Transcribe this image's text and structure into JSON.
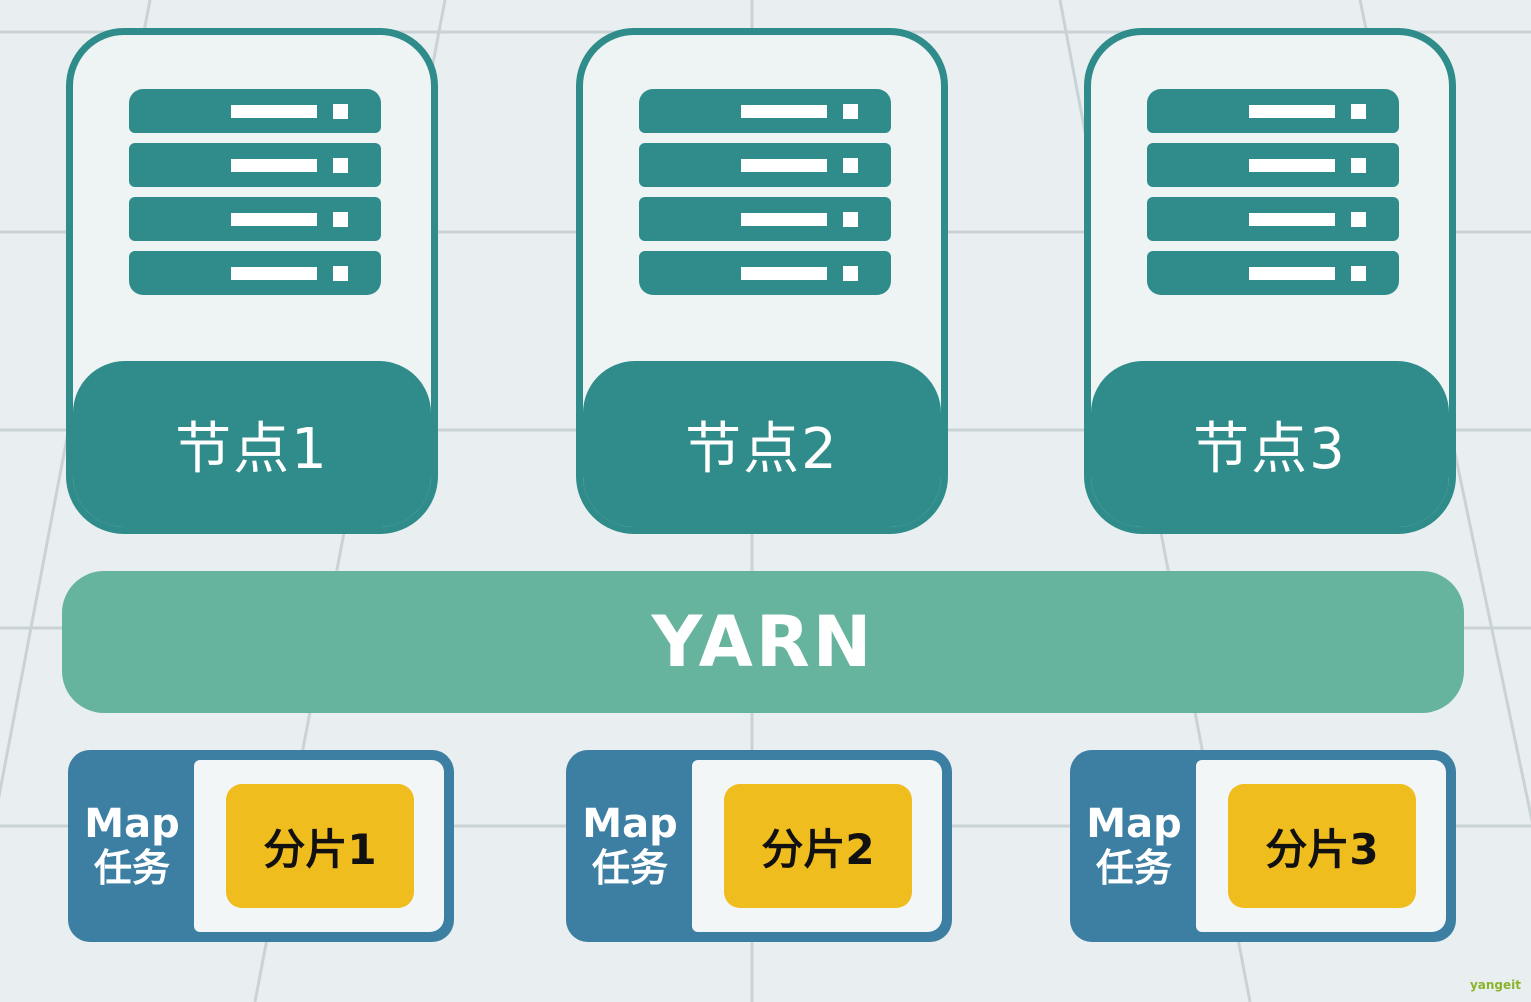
{
  "colors": {
    "background": "#e9eff0",
    "node_teal": "#2f8c8a",
    "yarn_green": "#66b39e",
    "task_blue": "#3d7fa3",
    "shard_yellow": "#f0bd1f"
  },
  "nodes": [
    {
      "label": "节点1",
      "icon": "server-icon"
    },
    {
      "label": "节点2",
      "icon": "server-icon"
    },
    {
      "label": "节点3",
      "icon": "server-icon"
    }
  ],
  "yarn": {
    "label": "YARN"
  },
  "tasks": [
    {
      "line1": "Map",
      "line2": "任务",
      "shard": "分片1"
    },
    {
      "line1": "Map",
      "line2": "任务",
      "shard": "分片2"
    },
    {
      "line1": "Map",
      "line2": "任务",
      "shard": "分片3"
    }
  ],
  "watermark": "yangeit"
}
